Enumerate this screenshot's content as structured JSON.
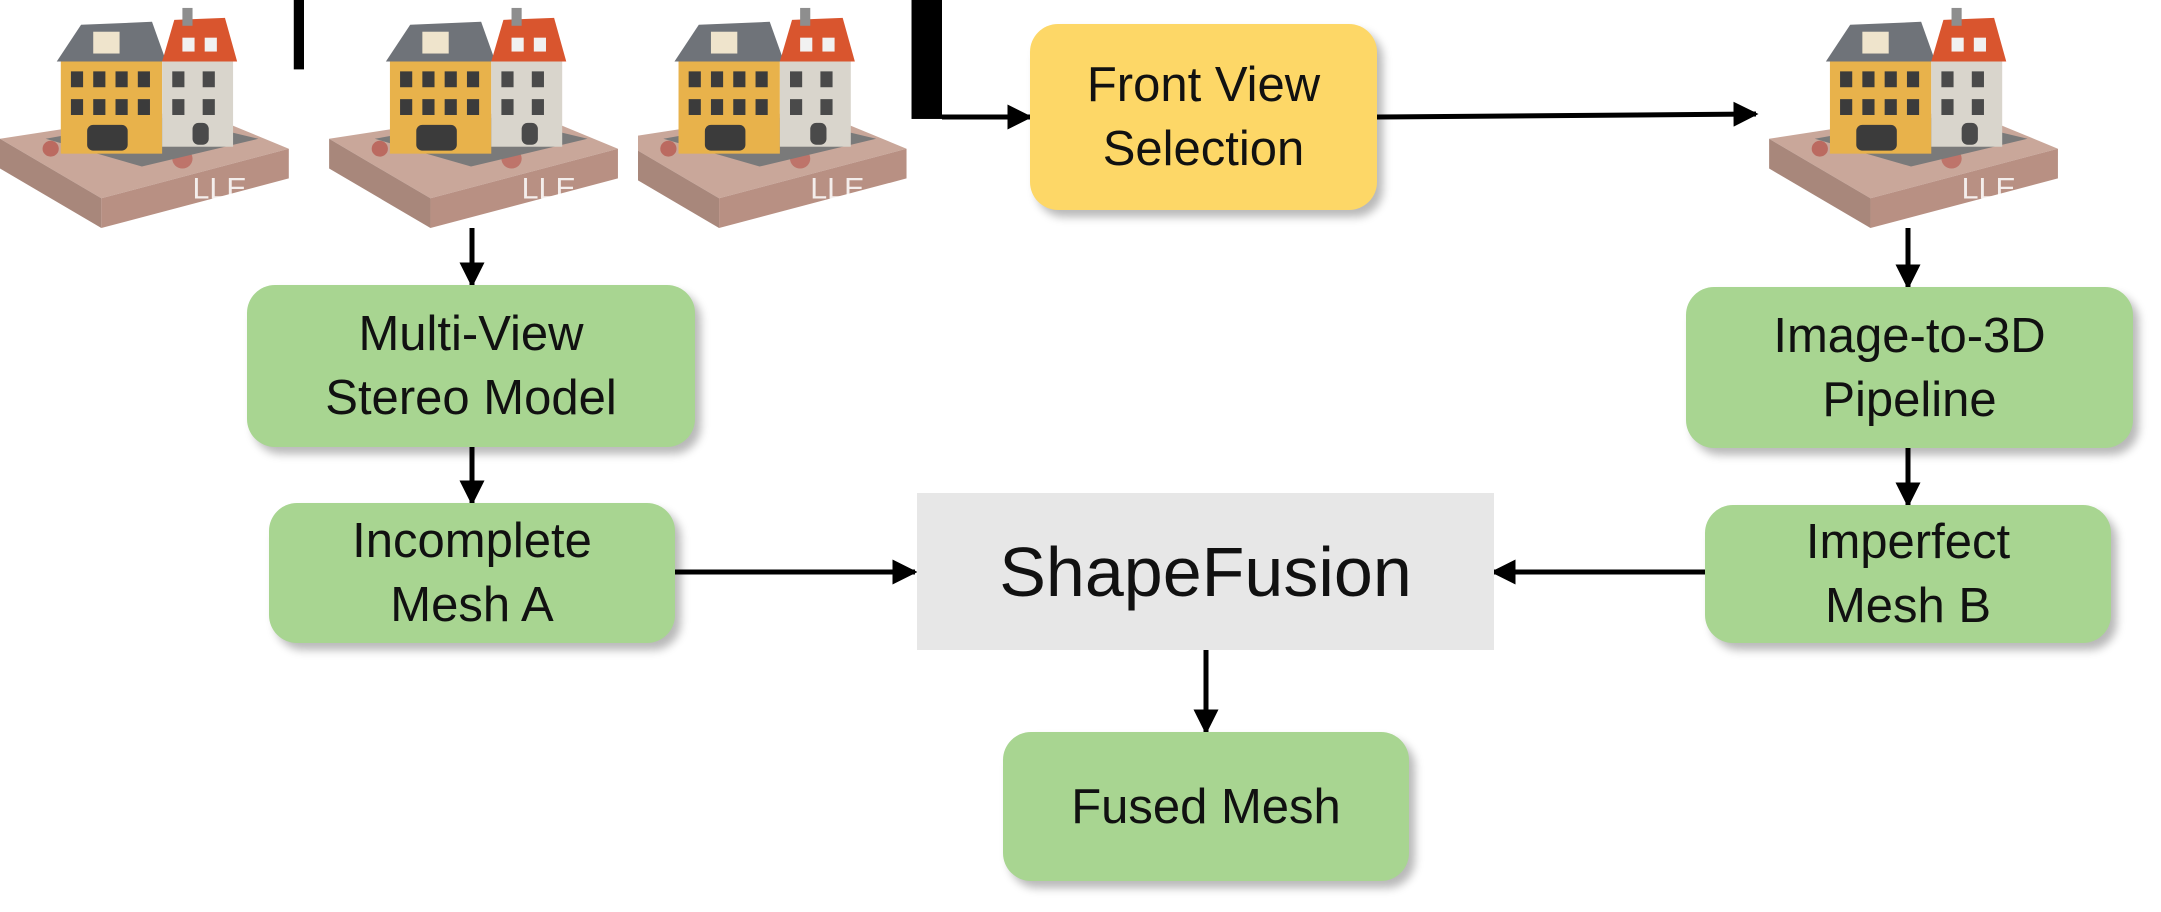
{
  "colors": {
    "process_box": "#a8d591",
    "selection_box": "#fdd767",
    "fusion_box": "#e7e7e7",
    "arrow": "#000000"
  },
  "photos": {
    "input_views": [
      "house-view-1",
      "house-view-2",
      "house-view-3"
    ],
    "selected_view": "house-front-view"
  },
  "nodes": {
    "front_view_selection": {
      "line1": "Front View",
      "line2": "Selection"
    },
    "multi_view_stereo": {
      "line1": "Multi-View",
      "line2": "Stereo Model"
    },
    "image_to_3d": {
      "line1": "Image-to-3D",
      "line2": "Pipeline"
    },
    "incomplete_mesh": {
      "line1": "Incomplete",
      "line2": "Mesh A"
    },
    "imperfect_mesh": {
      "line1": "Imperfect",
      "line2": "Mesh B"
    },
    "shapefusion": {
      "label": "ShapeFusion"
    },
    "fused_mesh": {
      "label": "Fused Mesh"
    }
  }
}
